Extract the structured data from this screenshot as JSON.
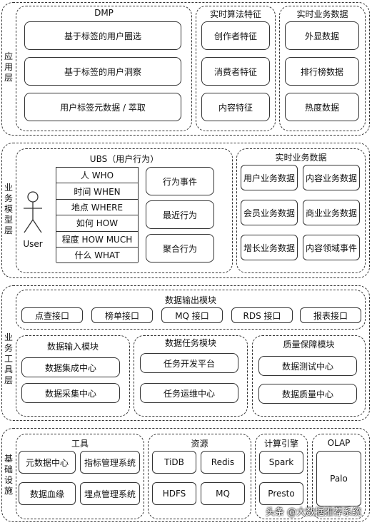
{
  "layers": {
    "app": {
      "label": "应用层",
      "dmp": {
        "title": "DMP",
        "items": [
          "基于标签的用户圈选",
          "基于标签的用户洞察",
          "用户标签元数据 / 萃取"
        ]
      },
      "realtime_algo": {
        "title": "实时算法特征",
        "items": [
          "创作者特征",
          "消费者特征",
          "内容特征"
        ]
      },
      "realtime_biz": {
        "title": "实时业务数据",
        "items": [
          "外显数据",
          "排行榜数据",
          "热度数据"
        ]
      }
    },
    "model": {
      "label": "业务模型层",
      "ubs": {
        "title": "UBS（用户行为）",
        "user_label": "User",
        "rows": [
          "人 WHO",
          "时间 WHEN",
          "地点 WHERE",
          "如何 HOW",
          "程度 HOW MUCH",
          "什么 WHAT"
        ],
        "actions": [
          "行为事件",
          "最近行为",
          "聚合行为"
        ]
      },
      "realtime_biz": {
        "title": "实时业务数据",
        "items": [
          "用户业务数据",
          "内容业务数据",
          "会员业务数据",
          "商业业务数据",
          "增长业务数据",
          "内容领域事件"
        ]
      }
    },
    "tools": {
      "label": "业务工具层",
      "output": {
        "title": "数据输出模块",
        "items": [
          "点查接口",
          "榜单接口",
          "MQ 接口",
          "RDS 接口",
          "报表接口"
        ]
      },
      "input": {
        "title": "数据输入模块",
        "items": [
          "数据集成中心",
          "数据采集中心"
        ]
      },
      "task": {
        "title": "数据任务模块",
        "items": [
          "任务开发平台",
          "任务运维中心"
        ]
      },
      "quality": {
        "title": "质量保障模块",
        "items": [
          "数据测试中心",
          "数据质量中心"
        ]
      }
    },
    "infra": {
      "label": "基础设施",
      "tools": {
        "title": "工具",
        "items": [
          "元数据中心",
          "指标管理系统",
          "数据血缘",
          "埋点管理系统"
        ]
      },
      "resources": {
        "title": "资源",
        "items": [
          "TiDB",
          "Redis",
          "HDFS",
          "MQ"
        ]
      },
      "compute": {
        "title": "计算引擎",
        "items": [
          "Spark",
          "Presto"
        ]
      },
      "olap": {
        "title": "OLAP",
        "items": [
          "Palo"
        ]
      }
    }
  },
  "watermark": "头条 @大数据推荐系统"
}
